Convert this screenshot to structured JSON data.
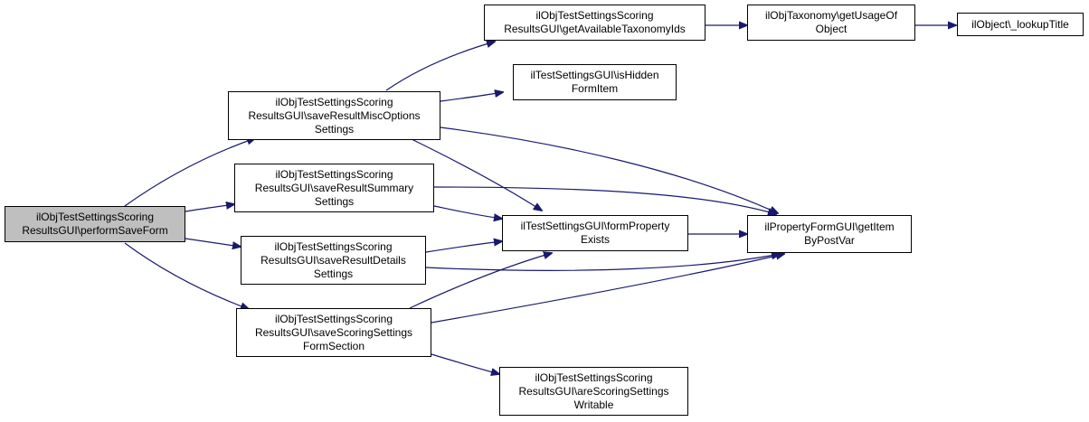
{
  "colors": {
    "edge": "#191970",
    "node_border": "#000000",
    "root_fill": "#bfbfbf",
    "node_fill": "#ffffff"
  },
  "nodes": {
    "performSaveForm": {
      "lines": [
        "ilObjTestSettingsScoring",
        "ResultsGUI\\performSaveForm"
      ]
    },
    "saveResultMiscOptionsSettings": {
      "lines": [
        "ilObjTestSettingsScoring",
        "ResultsGUI\\saveResultMiscOptions",
        "Settings"
      ]
    },
    "saveResultSummarySettings": {
      "lines": [
        "ilObjTestSettingsScoring",
        "ResultsGUI\\saveResultSummary",
        "Settings"
      ]
    },
    "saveResultDetailsSettings": {
      "lines": [
        "ilObjTestSettingsScoring",
        "ResultsGUI\\saveResultDetails",
        "Settings"
      ]
    },
    "saveScoringSettingsFormSection": {
      "lines": [
        "ilObjTestSettingsScoring",
        "ResultsGUI\\saveScoringSettings",
        "FormSection"
      ]
    },
    "getAvailableTaxonomyIds": {
      "lines": [
        "ilObjTestSettingsScoring",
        "ResultsGUI\\getAvailableTaxonomyIds"
      ]
    },
    "isHiddenFormItem": {
      "lines": [
        "ilTestSettingsGUI\\isHidden",
        "FormItem"
      ]
    },
    "formPropertyExists": {
      "lines": [
        "ilTestSettingsGUI\\formProperty",
        "Exists"
      ]
    },
    "areScoringSettingsWritable": {
      "lines": [
        "ilObjTestSettingsScoring",
        "ResultsGUI\\areScoringSettings",
        "Writable"
      ]
    },
    "getUsageOfObject": {
      "lines": [
        "ilObjTaxonomy\\getUsageOf",
        "Object"
      ]
    },
    "getItemByPostVar": {
      "lines": [
        "ilPropertyFormGUI\\getItem",
        "ByPostVar"
      ]
    },
    "lookupTitle": {
      "lines": [
        "ilObject\\_lookupTitle"
      ]
    }
  }
}
